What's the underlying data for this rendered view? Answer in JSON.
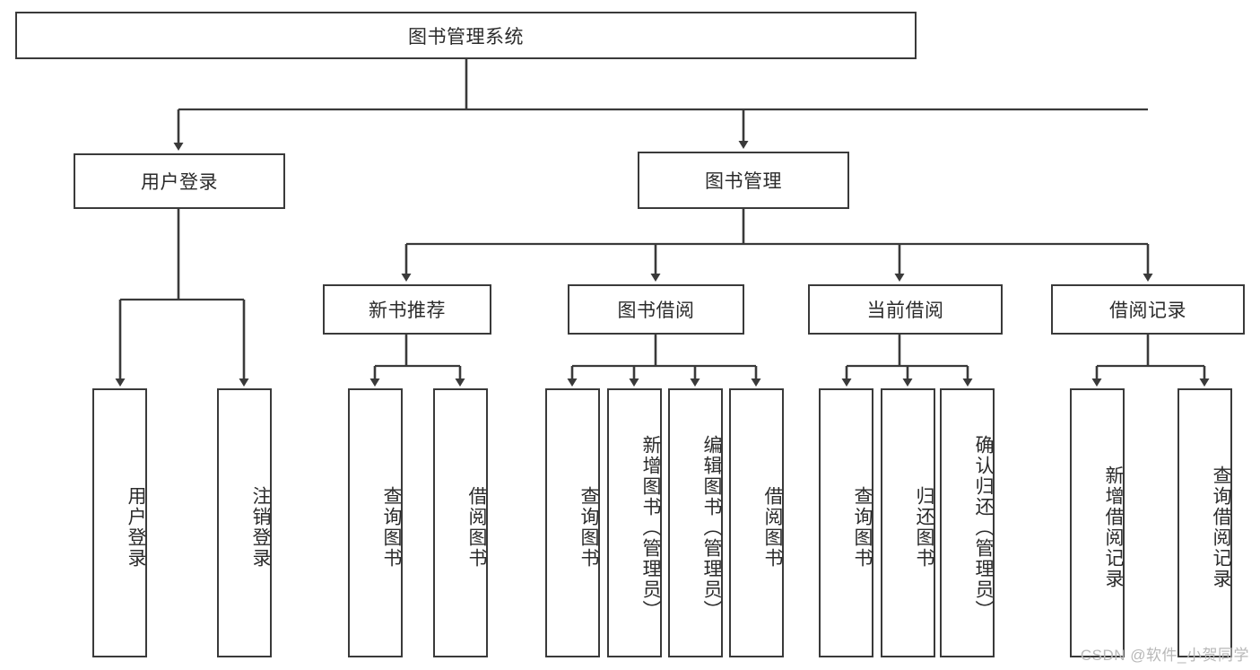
{
  "diagram": {
    "title": "图书管理系统",
    "watermark": "CSDN @软件_小贺同学",
    "line_color": "#3a3a3a",
    "text_color": "#2b2b2b",
    "background": "#ffffff",
    "root": {
      "label": "图书管理系统",
      "orientation": "horizontal"
    },
    "level2": [
      {
        "label": "用户登录",
        "orientation": "horizontal"
      },
      {
        "label": "图书管理",
        "orientation": "horizontal"
      }
    ],
    "level3": [
      {
        "label": "新书推荐",
        "orientation": "horizontal"
      },
      {
        "label": "图书借阅",
        "orientation": "horizontal"
      },
      {
        "label": "当前借阅",
        "orientation": "horizontal"
      },
      {
        "label": "借阅记录",
        "orientation": "horizontal"
      }
    ],
    "leaves": {
      "user_login": [
        {
          "label": "用户登录",
          "orientation": "vertical"
        },
        {
          "label": "注销登录",
          "orientation": "vertical"
        }
      ],
      "new_book_recommend": [
        {
          "label": "查询图书",
          "orientation": "vertical"
        },
        {
          "label": "借阅图书",
          "orientation": "vertical"
        }
      ],
      "book_borrow": [
        {
          "label": "查询图书",
          "orientation": "vertical"
        },
        {
          "label": "新增图书（管理员）",
          "orientation": "vertical"
        },
        {
          "label": "编辑图书（管理员）",
          "orientation": "vertical"
        },
        {
          "label": "借阅图书",
          "orientation": "vertical"
        }
      ],
      "current_borrow": [
        {
          "label": "查询图书",
          "orientation": "vertical"
        },
        {
          "label": "归还图书",
          "orientation": "vertical"
        },
        {
          "label": "确认归还（管理员）",
          "orientation": "vertical"
        }
      ],
      "borrow_record": [
        {
          "label": "新增借阅记录",
          "orientation": "vertical"
        },
        {
          "label": "查询借阅记录",
          "orientation": "vertical"
        }
      ]
    }
  }
}
